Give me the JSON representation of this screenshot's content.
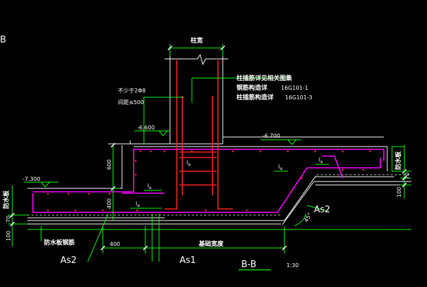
{
  "labels": {
    "corner_letter": "B",
    "column_width": "柱宽",
    "note_line1": "柱插筋详见相关图集",
    "note_line2a": "钢筋构造详",
    "note_line2b": "16G101-1",
    "note_line3a": "柱插筋构造详",
    "note_line3b": "16G101-3",
    "rebar_note1": "不少于2Φ8",
    "rebar_note2": "间距≤500",
    "elev_6600": "-6.600",
    "elev_6700": "-6.700",
    "elev_7300": "-7.300",
    "dim_600": "600",
    "dim_400_v": "400",
    "dim_400_h": "400",
    "dim_70_left": "70",
    "dim_70_right": "70",
    "dim_100_left": "100",
    "dim_100_right": "100",
    "lo_1": "l",
    "lo_2": "l",
    "lo_3": "l",
    "lo_4": "l",
    "lo_5": "l",
    "lo_sub": "a",
    "waterproof_left": "防水板",
    "waterproof_right": "防水板",
    "waterproof_rebar": "防水板钢筋",
    "foundation_width": "基础宽度",
    "as1": "As1",
    "as2_left": "As2",
    "as2_right": "As2",
    "angle": "45°",
    "section_title": "B-B",
    "scale": "1:30"
  },
  "colors": {
    "background": "#000000",
    "concrete": "#ffffff",
    "rebar_magenta": "#ff00ff",
    "rebar_red": "#ff2020",
    "dimension_green": "#00ff00",
    "text": "#ffffff"
  }
}
